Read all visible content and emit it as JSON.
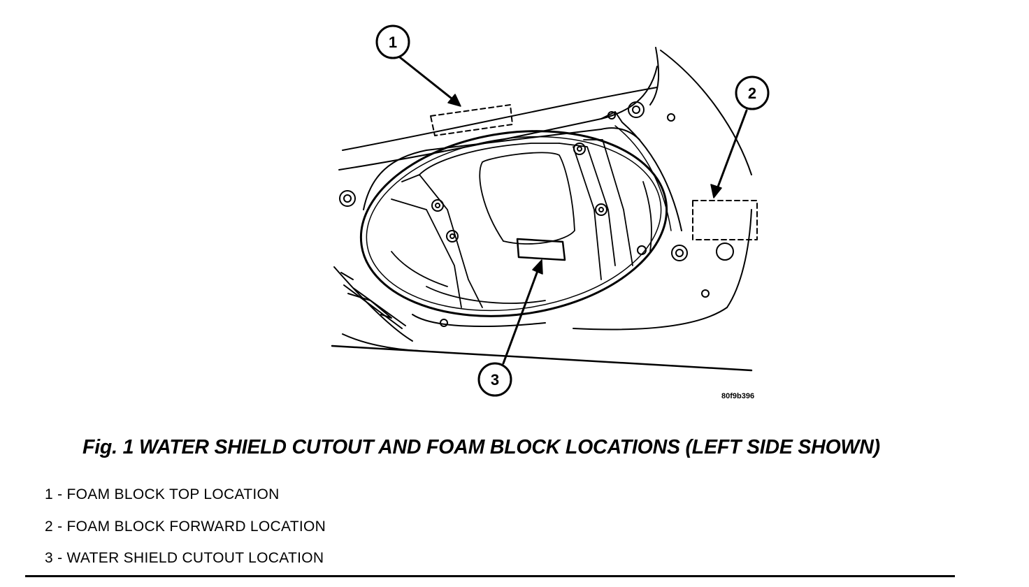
{
  "figure": {
    "callouts": [
      "1",
      "2",
      "3"
    ],
    "drawing_code": "80f9b396",
    "caption": "Fig. 1 WATER SHIELD CUTOUT AND FOAM BLOCK LOCATIONS (LEFT SIDE SHOWN)"
  },
  "legend": {
    "items": [
      "1 - FOAM BLOCK TOP LOCATION",
      "2 - FOAM BLOCK FORWARD LOCATION",
      "3 - WATER SHIELD CUTOUT LOCATION"
    ]
  }
}
